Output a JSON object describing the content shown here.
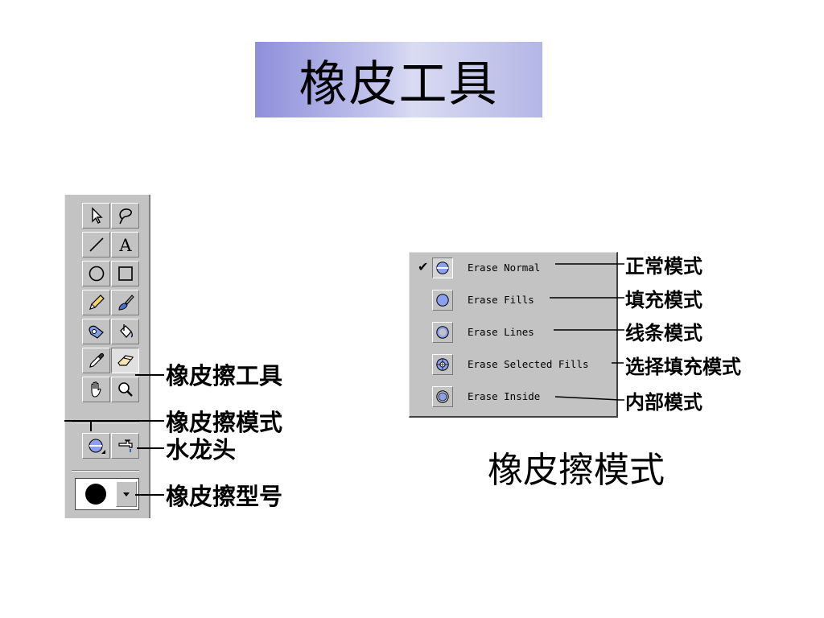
{
  "title": "橡皮工具",
  "toolbox": {
    "tools": [
      {
        "name": "arrow-tool",
        "icon": "arrow-icon"
      },
      {
        "name": "lasso-tool",
        "icon": "lasso-icon"
      },
      {
        "name": "line-tool",
        "icon": "line-icon"
      },
      {
        "name": "text-tool",
        "icon": "text-a-icon",
        "glyph": "A"
      },
      {
        "name": "oval-tool",
        "icon": "circle-icon"
      },
      {
        "name": "rectangle-tool",
        "icon": "square-icon"
      },
      {
        "name": "pencil-tool",
        "icon": "pencil-icon"
      },
      {
        "name": "brush-tool",
        "icon": "brush-icon"
      },
      {
        "name": "ink-bottle-tool",
        "icon": "ink-bottle-icon"
      },
      {
        "name": "paint-bucket-tool",
        "icon": "paint-bucket-icon"
      },
      {
        "name": "dropper-tool",
        "icon": "dropper-icon"
      },
      {
        "name": "eraser-tool",
        "icon": "eraser-icon",
        "selected": true
      },
      {
        "name": "hand-tool",
        "icon": "hand-icon"
      },
      {
        "name": "magnifier-tool",
        "icon": "magnifier-icon"
      }
    ],
    "options": [
      {
        "name": "eraser-mode-option",
        "icon": "eraser-mode-icon"
      },
      {
        "name": "faucet-option",
        "icon": "faucet-icon"
      }
    ],
    "size_selector": {
      "icon": "round-brush-icon"
    }
  },
  "callouts": {
    "eraser_tool": "橡皮擦工具",
    "eraser_mode": "橡皮擦模式",
    "faucet": "水龙头",
    "eraser_size": "橡皮擦型号"
  },
  "modes": [
    {
      "label": "Erase Normal",
      "callout": "正常模式",
      "checked": true
    },
    {
      "label": "Erase Fills",
      "callout": "填充模式",
      "checked": false
    },
    {
      "label": "Erase Lines",
      "callout": "线条模式",
      "checked": false
    },
    {
      "label": "Erase Selected Fills",
      "callout": "选择填充模式",
      "checked": false
    },
    {
      "label": "Erase Inside",
      "callout": "内部模式",
      "checked": false
    }
  ],
  "check_mark": "✔",
  "caption": "橡皮擦模式"
}
